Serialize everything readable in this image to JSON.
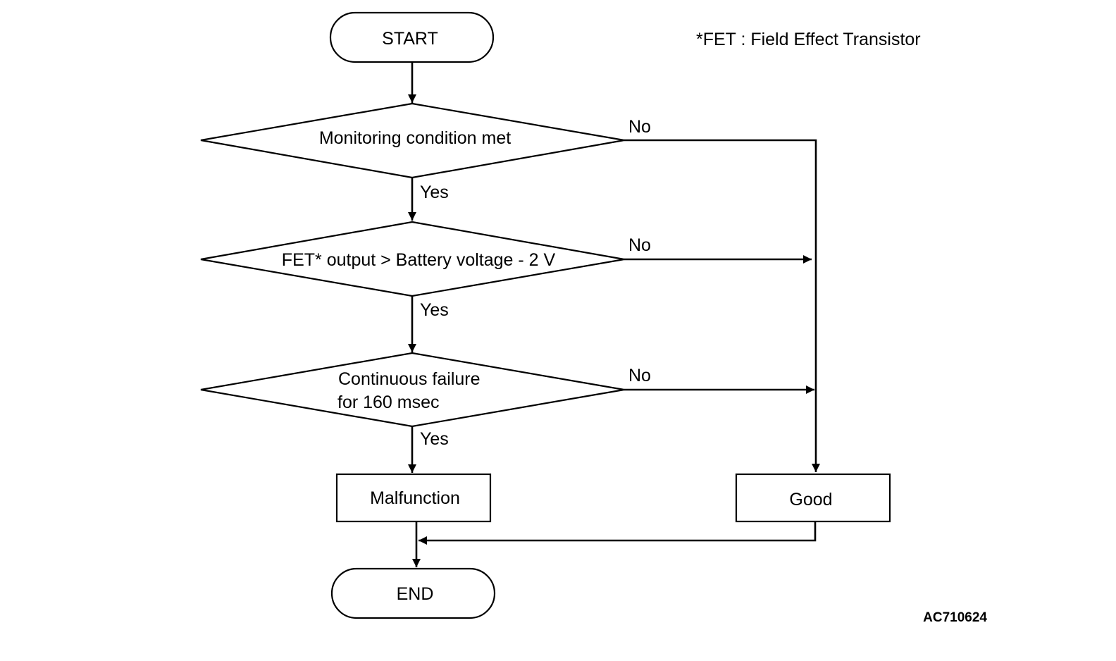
{
  "footnote": "*FET : Field Effect Transistor",
  "figure_code": "AC710624",
  "nodes": {
    "start": "START",
    "decision_1": "Monitoring condition met",
    "decision_2": "FET* output > Battery voltage - 2 V",
    "decision_3_line1": "Continuous failure",
    "decision_3_line2": "for 160 msec",
    "malfunction": "Malfunction",
    "good": "Good",
    "end": "END"
  },
  "branches": {
    "yes": "Yes",
    "no": "No"
  }
}
